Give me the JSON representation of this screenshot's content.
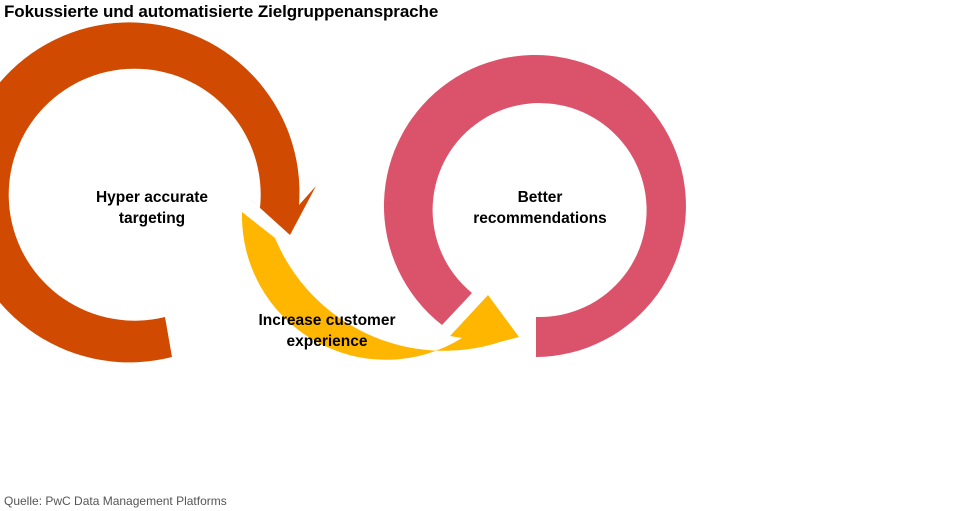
{
  "title": "Fokussierte und automatisierte Zielgruppenansprache",
  "source": "Quelle: PwC Data Management Platforms",
  "cycles": [
    {
      "id": "targeting",
      "line1": "Hyper accurate",
      "line2": "targeting",
      "color": "#D04A02"
    },
    {
      "id": "experience",
      "line1": "Increase customer",
      "line2": "experience",
      "color": "#FFB600"
    },
    {
      "id": "recommendations",
      "line1": "Better",
      "line2": "recommendations",
      "color": "#DB536A"
    }
  ]
}
